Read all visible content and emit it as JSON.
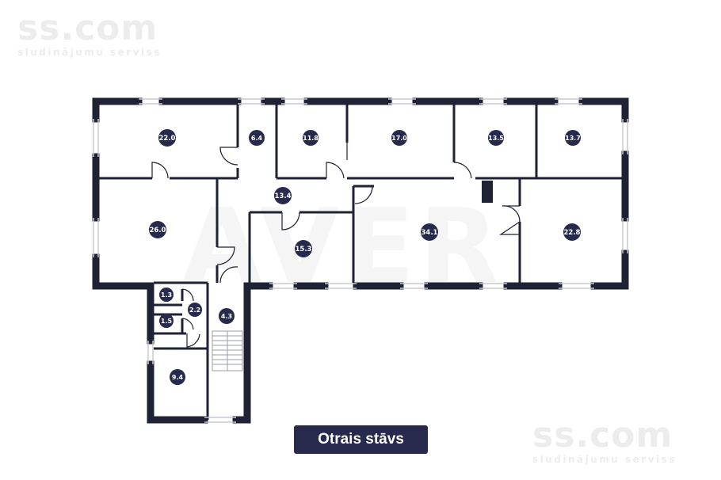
{
  "watermark": {
    "brand": "ss.com",
    "tagline": "sludinājumu serviss",
    "center_mark": "AVER"
  },
  "plan": {
    "caption": "Otrais stāvs",
    "wall_color": "#1f2235",
    "badge_color": "#272a4d",
    "rooms": [
      {
        "id": "r1",
        "area": "22.0"
      },
      {
        "id": "r2",
        "area": "6.4"
      },
      {
        "id": "r3",
        "area": "11.8"
      },
      {
        "id": "r4",
        "area": "17.0"
      },
      {
        "id": "r5",
        "area": "13.5"
      },
      {
        "id": "r6",
        "area": "13.7"
      },
      {
        "id": "r7",
        "area": "26.0"
      },
      {
        "id": "r8",
        "area": "13.4"
      },
      {
        "id": "r9",
        "area": "15.3"
      },
      {
        "id": "r10",
        "area": "34.1"
      },
      {
        "id": "r11",
        "area": "22.8"
      },
      {
        "id": "r12",
        "area": "1.3"
      },
      {
        "id": "r13",
        "area": "2.2"
      },
      {
        "id": "r14",
        "area": "1.5"
      },
      {
        "id": "r15",
        "area": "4.3"
      },
      {
        "id": "r16",
        "area": "9.4"
      }
    ]
  }
}
